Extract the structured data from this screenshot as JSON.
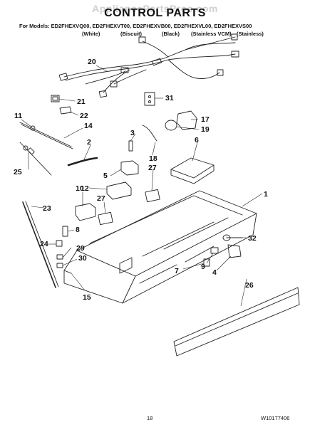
{
  "header": {
    "title": "CONTROL PARTS",
    "watermark": "AppliancePartsPros.com",
    "models_label": "For Models:",
    "models": "ED2FHEXVQ00, ED2FHEXVT00, ED2FHEXVB00, ED2FHEXVL00, ED2FHEXVS00",
    "colors": [
      "(White)",
      "(Biscuit)",
      "(Black)",
      "(Stainless VCM)",
      "(Stainless)"
    ]
  },
  "callouts": [
    "1",
    "2",
    "3",
    "4",
    "5",
    "6",
    "7",
    "8",
    "9",
    "10",
    "11",
    "12",
    "14",
    "15",
    "17",
    "18",
    "19",
    "20",
    "21",
    "22",
    "23",
    "24",
    "25",
    "26",
    "27",
    "27",
    "29",
    "30",
    "31",
    "32"
  ],
  "footer": {
    "page_number": "18",
    "doc_number": "W10177406"
  }
}
